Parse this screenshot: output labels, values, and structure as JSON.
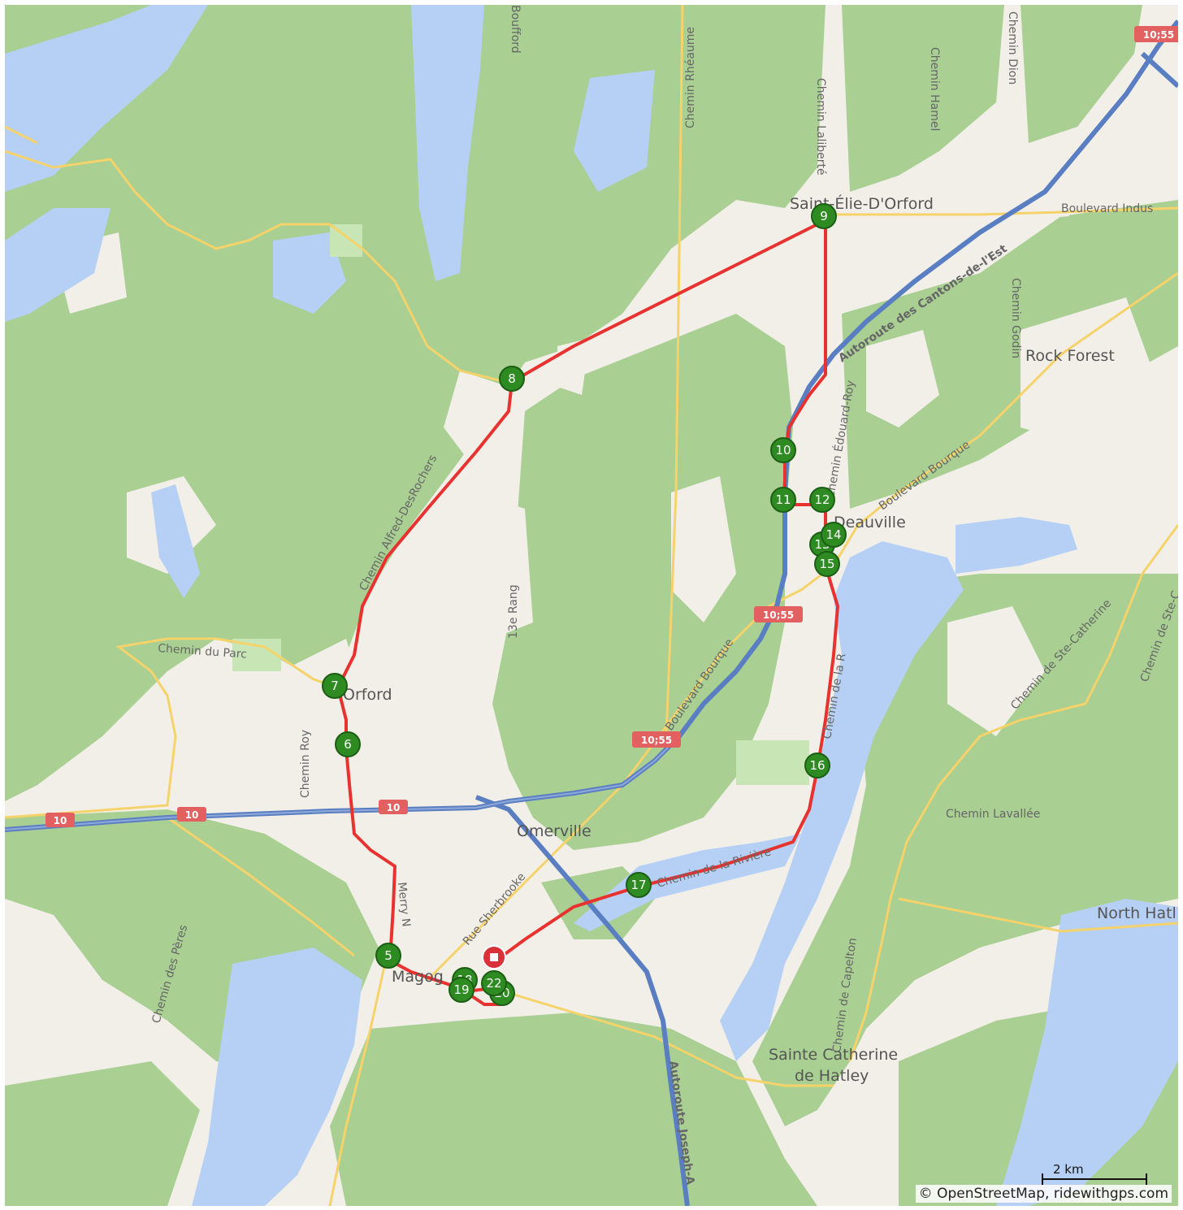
{
  "map": {
    "attribution": "© OpenStreetMap, ridewithgps.com",
    "scale_label": "2 km",
    "colors": {
      "route": "#e8322f",
      "waypoint": "#2e8b22",
      "water": "#b6d0f5",
      "forest": "#a9cf92",
      "highway": "#5a7ec2",
      "road": "#f5d36a"
    },
    "places": {
      "saint_elie": "Saint-Élie-D'Orford",
      "rock_forest": "Rock Forest",
      "deauville": "Deauville",
      "orford": "Orford",
      "omerville": "Omerville",
      "magog": "Magog",
      "sainte_catherine_1": "Sainte Catherine",
      "sainte_catherine_2": "de Hatley",
      "north_hatley": "North Hatl"
    },
    "roads": {
      "chemin_rheaume": "Chemin Rhéaume",
      "chemin_laliberte": "Chemin Laliberté",
      "chemin_hamel": "Chemin Hamel",
      "chemin_dion": "Chemin Dion",
      "chemin_godin": "Chemin Godin",
      "boulevard_indus": "Boulevard Indus",
      "boufford": "Boufford",
      "autoroute_cantons": "Autoroute des Cantons-de-l'Est",
      "chemin_edouard_roy": "Chemin Édouard-Roy",
      "boulevard_bourque_1": "Boulevard Bourque",
      "boulevard_bourque_2": "Boulevard Bourque",
      "chemin_alfred": "Chemin Alfred-DesRochers",
      "rang_13": "13e Rang",
      "chemin_du_parc": "Chemin du Parc",
      "chemin_roy": "Chemin Roy",
      "chemin_ste_catherine_1": "Chemin de Ste-Catherine",
      "chemin_ste_catherine_2": "Chemin de Ste-C",
      "chemin_lavallee": "Chemin Lavallée",
      "chemin_riviere": "Chemin de la Rivière",
      "rue_sherbrooke": "Rue Sherbrooke",
      "chemin_des_peres": "Chemin des Pères",
      "chemin_capelton": "Chemin de Capelton",
      "autoroute_joseph": "Autoroute Joseph-A",
      "chemin_merry": "Merry N",
      "chemin_de_la_riviere2": "Chemin de la R"
    },
    "shields": {
      "s1": "10",
      "s2": "10",
      "s3": "10",
      "s4": "10;55",
      "s5": "10;55",
      "s6": "10;55"
    },
    "waypoints": [
      "5",
      "6",
      "7",
      "8",
      "9",
      "10",
      "11",
      "12",
      "13",
      "14",
      "15",
      "16",
      "17",
      "18",
      "19",
      "20",
      "22"
    ]
  }
}
